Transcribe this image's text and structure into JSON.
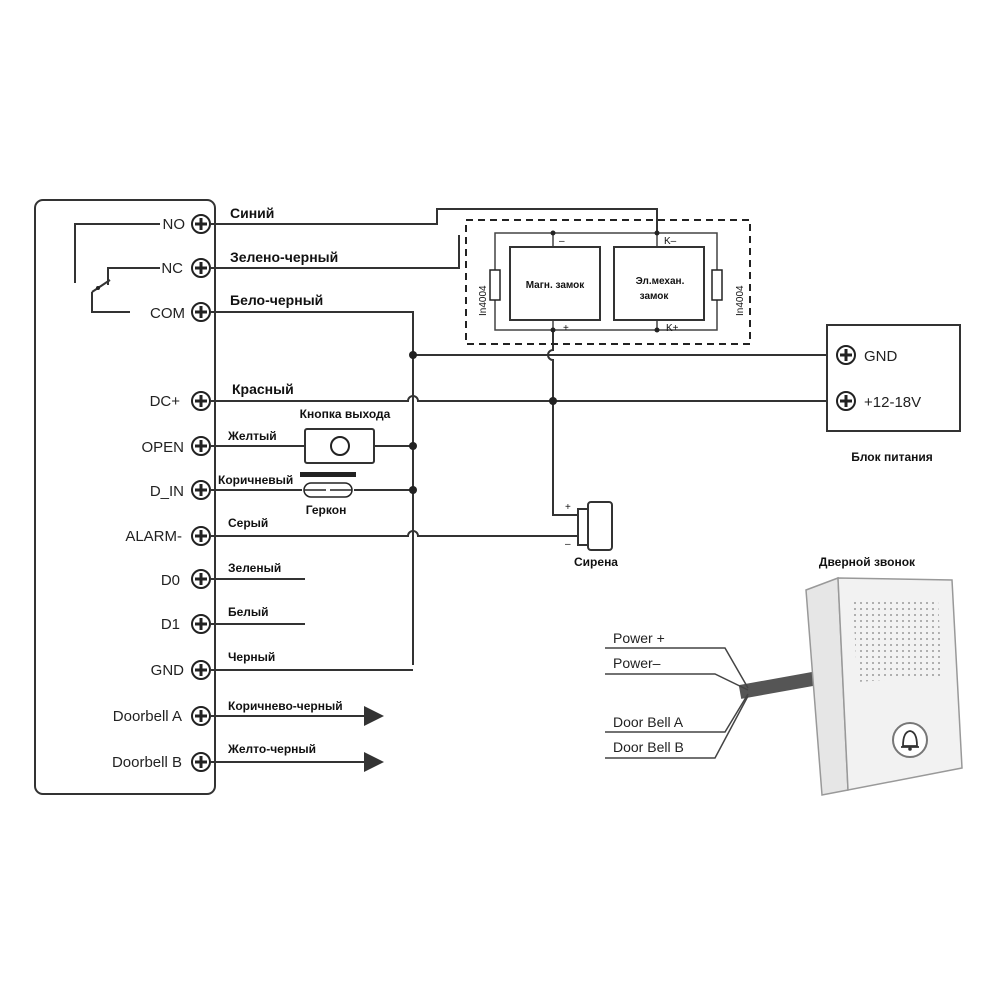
{
  "controller": {
    "terminals": [
      {
        "id": "no",
        "label": "NO",
        "wire": "Синий"
      },
      {
        "id": "nc",
        "label": "NC",
        "wire": "Зелено-черный"
      },
      {
        "id": "com",
        "label": "COM",
        "wire": "Бело-черный"
      },
      {
        "id": "dcplus",
        "label": "DC+",
        "wire": "Красный"
      },
      {
        "id": "open",
        "label": "OPEN",
        "wire": "Желтый"
      },
      {
        "id": "din",
        "label": "D_IN",
        "wire": "Коричневый"
      },
      {
        "id": "alarm",
        "label": "ALARM-",
        "wire": "Серый"
      },
      {
        "id": "d0",
        "label": "D0",
        "wire": "Зеленый"
      },
      {
        "id": "d1",
        "label": "D1",
        "wire": "Белый"
      },
      {
        "id": "gnd",
        "label": "GND",
        "wire": "Черный"
      },
      {
        "id": "doorbella",
        "label": "Doorbell A",
        "wire": "Коричнево-черный"
      },
      {
        "id": "doorbellb",
        "label": "Doorbell B",
        "wire": "Желто-черный"
      }
    ]
  },
  "locks": {
    "diode_left": "In4004",
    "diode_right": "In4004",
    "mag_lock": "Магн. замок",
    "mag_minus": "–",
    "mag_plus": "+",
    "mech_lock_line1": "Эл.механ.",
    "mech_lock_line2": "замок",
    "mech_kminus": "K–",
    "mech_kplus": "K+"
  },
  "power_supply": {
    "gnd": "GND",
    "vplus": "+12-18V",
    "caption": "Блок питания"
  },
  "exit_button": "Кнопка выхода",
  "reed_switch": "Геркон",
  "siren": {
    "label": "Сирена",
    "plus": "+",
    "minus": "–"
  },
  "doorbell": {
    "title": "Дверной звонок",
    "wires": [
      "Power +",
      "Power–",
      "Door Bell  A",
      "Door Bell  B"
    ]
  }
}
